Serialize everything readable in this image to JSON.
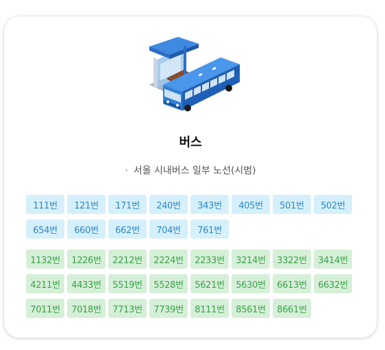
{
  "card": {
    "title": "버스",
    "bullet": "·",
    "description": "서울 시내버스 일부 노선(시범)"
  },
  "icon": "bus-stop-and-bus-illustration",
  "colors": {
    "blue_chip_bg": "#d5f0fb",
    "blue_chip_text": "#2f86c3",
    "green_chip_bg": "#d6efd8",
    "green_chip_text": "#3ba34a"
  },
  "route_groups": [
    {
      "color": "blue",
      "routes": [
        "111번",
        "121번",
        "171번",
        "240번",
        "343번",
        "405번",
        "501번",
        "502번",
        "654번",
        "660번",
        "662번",
        "704번",
        "761번"
      ]
    },
    {
      "color": "green",
      "routes": [
        "1132번",
        "1226번",
        "2212번",
        "2224번",
        "2233번",
        "3214번",
        "3322번",
        "3414번",
        "4211번",
        "4433번",
        "5519번",
        "5528번",
        "5621번",
        "5630번",
        "6613번",
        "6632번",
        "7011번",
        "7018번",
        "7713번",
        "7739번",
        "8111번",
        "8561번",
        "8661번"
      ]
    }
  ]
}
